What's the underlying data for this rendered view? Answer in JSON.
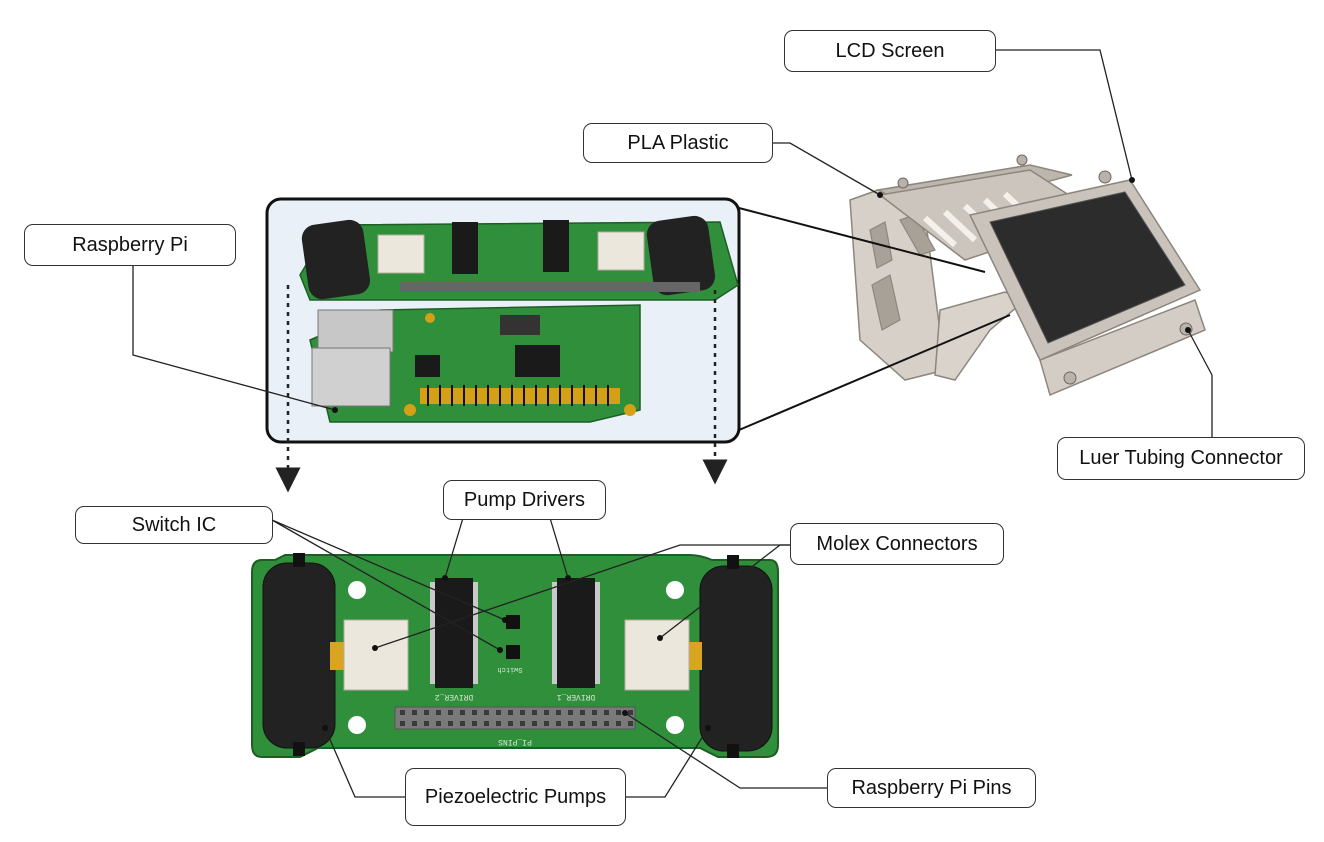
{
  "diagram": {
    "labels": {
      "lcd_screen": "LCD Screen",
      "pla_plastic": "PLA Plastic",
      "raspberry_pi": "Raspberry Pi",
      "luer_tubing_connector": "Luer Tubing Connector",
      "switch_ic": "Switch IC",
      "pump_drivers": "Pump Drivers",
      "molex_connectors": "Molex Connectors",
      "piezoelectric_pumps": "Piezoelectric Pumps",
      "raspberry_pi_pins": "Raspberry Pi Pins"
    },
    "pcb_silkscreen": {
      "driver_1": "DRIVER_1",
      "driver_2": "DRIVER_2",
      "pi_pins": "PI_PINS",
      "switch": "Switch"
    },
    "colors": {
      "pcb_green": "#2f8f3a",
      "pump_black": "#222222",
      "connector_white": "#ece7dc",
      "enclosure_grey": "#cfc9c1",
      "screen_dark": "#2a2a2a",
      "inset_background": "#eaf0f8"
    }
  }
}
